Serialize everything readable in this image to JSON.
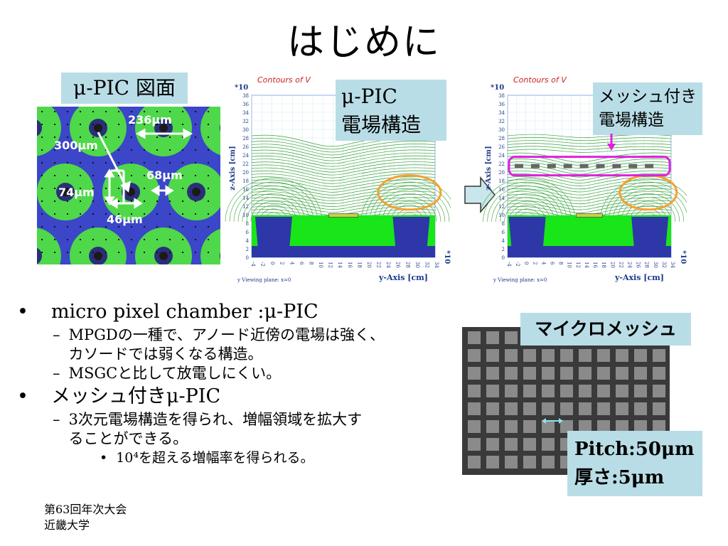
{
  "slide": {
    "title": "はじめに"
  },
  "callouts": {
    "pic_diagram": "μ-PIC 図面",
    "pic_field": [
      "μ-PIC",
      "電場構造"
    ],
    "mesh_field": [
      "メッシュ付き",
      "電場構造"
    ],
    "micromesh": "マイクロメッシュ",
    "pitch": [
      "Pitch:50μm",
      "厚さ:5μm"
    ]
  },
  "diagram": {
    "labels": {
      "d236": "236μm",
      "d300": "300μm",
      "d68": "68μm",
      "d74": "74μm",
      "d46": "46μm"
    },
    "colors": {
      "substrate": "#3b46c8",
      "anode_ring": "#4fd84a",
      "dot": "#1a1a1a"
    }
  },
  "plots": {
    "left": {
      "title": "Contours of V",
      "z_multiplier": "*10",
      "y_multiplier": "*10",
      "ylabel": "z-Axis [cm]",
      "xlabel": "y-Axis [cm]",
      "viewing_plane": "y Viewing plane: x=0",
      "y_ticks": [
        "38",
        "36",
        "34",
        "32",
        "30",
        "28",
        "26",
        "24",
        "22",
        "20",
        "18",
        "16",
        "14",
        "12",
        "10",
        "8",
        "6",
        "4",
        "2",
        "0"
      ],
      "x_ticks": [
        "-4",
        "-2",
        "0",
        "2",
        "4",
        "6",
        "8",
        "10",
        "12",
        "14",
        "16",
        "18",
        "20",
        "22",
        "24",
        "26",
        "28",
        "30",
        "32",
        "34"
      ]
    },
    "right": {
      "title": "Contours of V",
      "z_multiplier": "*10",
      "y_multiplier": "*10",
      "ylabel": "z-Axis [cm]",
      "xlabel": "y-Axis [cm]",
      "viewing_plane": "y Viewing plane: x=0",
      "y_ticks": [
        "38",
        "36",
        "34",
        "32",
        "30",
        "28",
        "26",
        "24",
        "22",
        "20",
        "18",
        "16",
        "14",
        "12",
        "10",
        "8",
        "6",
        "4",
        "2",
        "0"
      ],
      "x_ticks": [
        "-4",
        "-2",
        "0",
        "2",
        "4",
        "6",
        "8",
        "10",
        "12",
        "14",
        "16",
        "18",
        "20",
        "22",
        "24",
        "26",
        "28",
        "30",
        "32",
        "34"
      ]
    },
    "colors": {
      "contour": "#3aa03a",
      "substrate": "#2d37a8",
      "gem": "#19e619",
      "anode": "#c8d248",
      "highlight_circle": "#f5a030",
      "mesh_box": "#e020e0"
    }
  },
  "bullets": [
    {
      "level": 1,
      "text": "micro pixel chamber :μ-PIC"
    },
    {
      "level": 2,
      "text": "MPGDの一種で、アノード近傍の電場は強く、"
    },
    {
      "level": 2,
      "text": "カソードでは弱くなる構造。",
      "continuation": true
    },
    {
      "level": 2,
      "text": "MSGCと比して放電しにくい。"
    },
    {
      "level": 1,
      "text": "メッシュ付きμ-PIC"
    },
    {
      "level": 2,
      "text": "3次元電場構造を得られ、増幅領域を拡大す"
    },
    {
      "level": 2,
      "text": "ることができる。",
      "continuation": true
    },
    {
      "level": 3,
      "text": "10⁴を超える増幅率を得られる。"
    }
  ],
  "footer": {
    "line1": "第63回年次大会",
    "line2": "近畿大学"
  }
}
